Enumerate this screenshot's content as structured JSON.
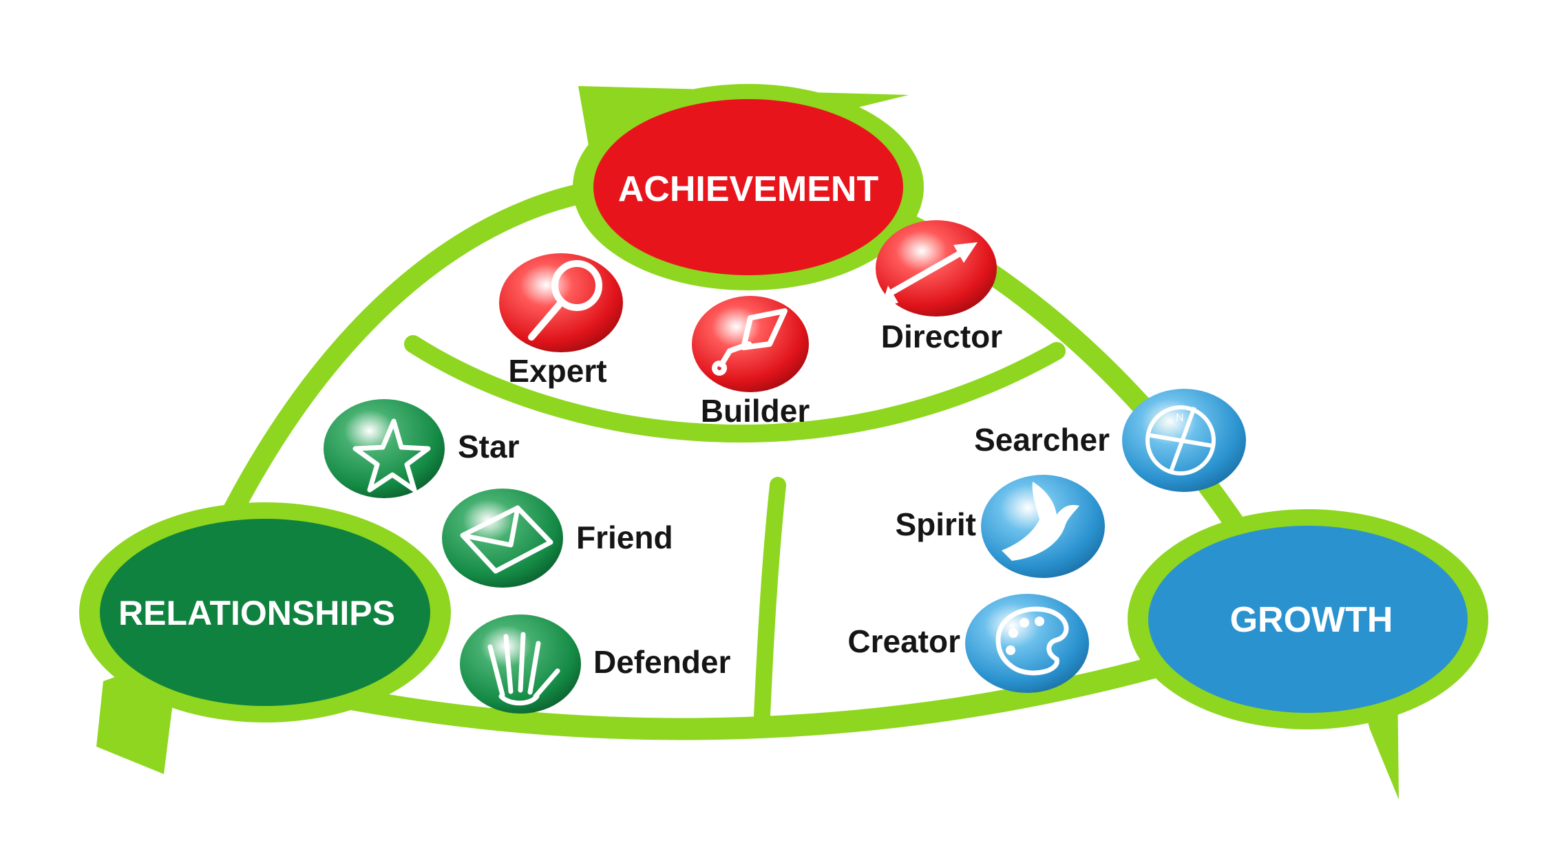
{
  "colors": {
    "frame": "#8ed61f",
    "frame_dark": "#6fb817",
    "achievement": "#e8141c",
    "relationships": "#108240",
    "growth": "#2a92cf",
    "background": "#ffffff",
    "label_text": "#151515"
  },
  "hubs": {
    "achievement": {
      "label": "ACHIEVEMENT"
    },
    "relationships": {
      "label": "RELATIONSHIPS"
    },
    "growth": {
      "label": "GROWTH"
    }
  },
  "roles": {
    "expert": {
      "label": "Expert",
      "icon": "magnifier-icon",
      "group": "achievement"
    },
    "builder": {
      "label": "Builder",
      "icon": "trowel-icon",
      "group": "achievement"
    },
    "director": {
      "label": "Director",
      "icon": "arrow-icon",
      "group": "achievement"
    },
    "star": {
      "label": "Star",
      "icon": "star-icon",
      "group": "relationships"
    },
    "friend": {
      "label": "Friend",
      "icon": "envelope-icon",
      "group": "relationships"
    },
    "defender": {
      "label": "Defender",
      "icon": "hand-icon",
      "group": "relationships"
    },
    "searcher": {
      "label": "Searcher",
      "icon": "compass-icon",
      "group": "growth"
    },
    "spirit": {
      "label": "Spirit",
      "icon": "dove-icon",
      "group": "growth"
    },
    "creator": {
      "label": "Creator",
      "icon": "palette-icon",
      "group": "growth"
    }
  }
}
